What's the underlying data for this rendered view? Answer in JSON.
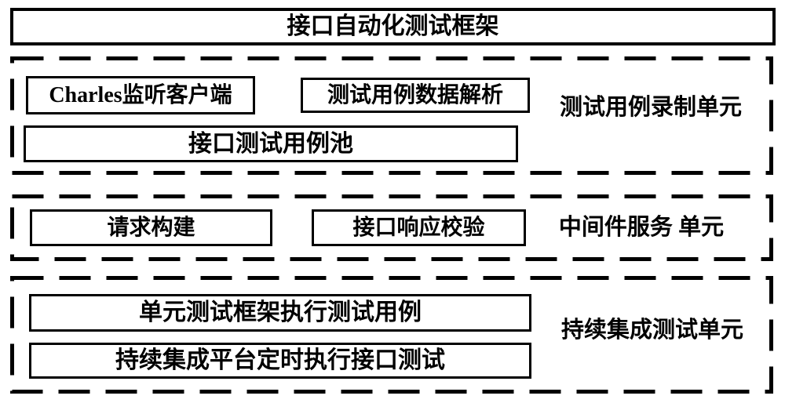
{
  "diagram": {
    "title": "接口自动化测试框架",
    "sections": [
      {
        "label": "测试用例录制单元",
        "boxes": [
          "Charles监听客户端",
          "测试用例数据解析",
          "接口测试用例池"
        ]
      },
      {
        "label": "中间件服务 单元",
        "boxes": [
          "请求构建",
          "接口响应校验"
        ]
      },
      {
        "label": "持续集成测试单元",
        "boxes": [
          "单元测试框架执行测试用例",
          "持续集成平台定时执行接口测试"
        ]
      }
    ],
    "colors": {
      "border": "#000000",
      "background": "#ffffff",
      "text": "#000000"
    }
  }
}
